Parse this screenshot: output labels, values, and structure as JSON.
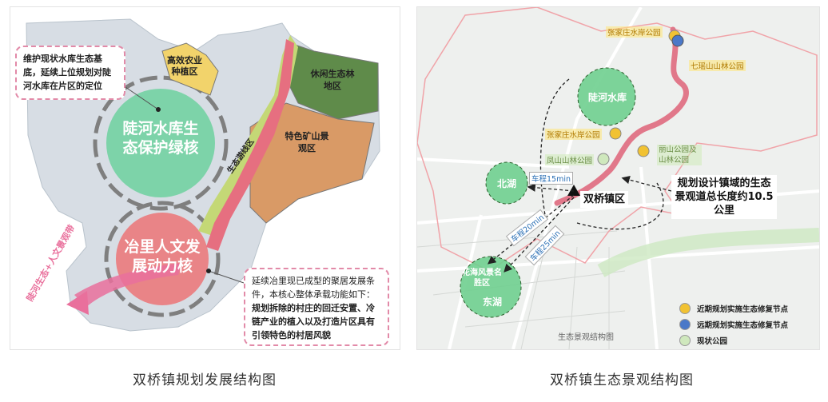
{
  "left": {
    "caption": "双桥镇规划发展结构图",
    "note_top": "维护现状水库生态基底，延续上位规划对陡河水库在片区的定位",
    "core_green": "陡河水库生态保护绿核",
    "core_red": "冶里人文发展动力核",
    "zone_agri": "高效农业种植区",
    "zone_leisure": "休闲生态林地区",
    "zone_mine": "特色矿山景观区",
    "corridor": "生态游线区",
    "belt": "陡河生态+人文景观带",
    "note_bottom_lead": "延续冶里现已成型的聚居发展条件，本核心整体承载功能如下：",
    "note_bottom_bold": "规划拆除的村庄的回迁安置、冷链产业的植入以及打造片区具有引领特色的村居风貌",
    "colors": {
      "green_core": "#7dd3a9",
      "red_core": "#e98487",
      "agri": "#f2d36b",
      "leisure": "#5f8b4a",
      "mine": "#d99a66",
      "land": "#d7dde4"
    }
  },
  "right": {
    "caption": "双桥镇生态景观结构图",
    "reservoir": "陡河水库",
    "north_lake": "北湖",
    "east_lake": "东湖",
    "flower_sea": "花海风景名胜区",
    "town": "双桥镇区",
    "park_zhangjiazhuang_top": "张家庄水岸公园",
    "park_qiyaoshan": "七瑶山山林公园",
    "park_zhangjiazhuang_mid": "张家庄水岸公园",
    "park_fenghuangshan": "凤山山林公园",
    "park_lishan": "丽山公园及山林公园",
    "time_15": "车程15min",
    "time_20": "车程20min",
    "time_25": "车程25min",
    "scenic_line": "规划设计镇域的生态景观道总长度约10.5公里",
    "map_title": "生态景观结构图",
    "legend": [
      {
        "label": "近期规划实施生态修复节点",
        "color": "#f1c232"
      },
      {
        "label": "远期规划实施生态修复节点",
        "color": "#4a78c8"
      },
      {
        "label": "现状公园",
        "color": "#cfe8bd"
      }
    ],
    "colors": {
      "river": "#e1788a",
      "lake": "#6fcf8f",
      "road": "#ffffff",
      "boundary": "#f0a3a8"
    }
  }
}
